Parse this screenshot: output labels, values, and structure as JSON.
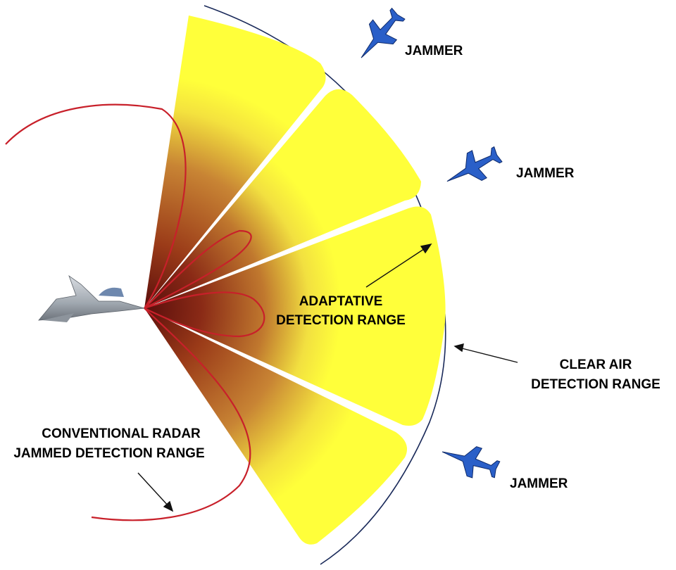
{
  "labels": {
    "jammer_1": "JAMMER",
    "jammer_2": "JAMMER",
    "jammer_3": "JAMMER",
    "adaptive_line1": "ADAPTATIVE",
    "adaptive_line2": "DETECTION RANGE",
    "clear_air_line1": "CLEAR AIR",
    "clear_air_line2": "DETECTION RANGE",
    "conventional_line1": "CONVENTIONAL RADAR",
    "conventional_line2": "JAMMED DETECTION RANGE"
  },
  "colors": {
    "sector_yellow": "#ffff3a",
    "sector_brown": "#8a3a18",
    "sector_dark_red": "#6e1410",
    "radar_pattern": "#c8202a",
    "clear_air_arc": "#1a2a5a",
    "jammer_blue": "#2a5fc8",
    "fighter_gray": "#a9afb6"
  },
  "icons": {
    "fighter": "fighter-jet-icon",
    "jammer": "jammer-aircraft-icon"
  }
}
